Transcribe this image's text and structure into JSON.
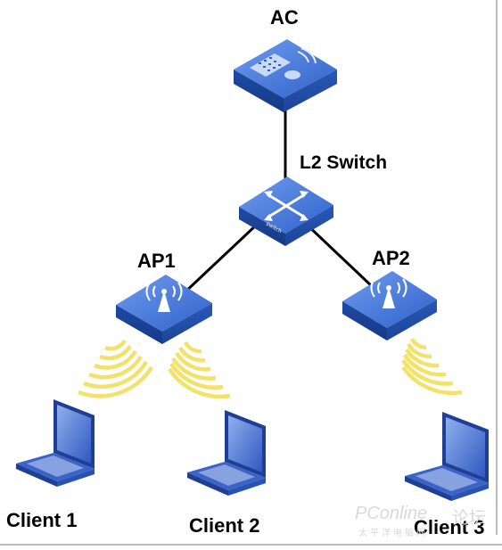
{
  "nodes": {
    "ac": {
      "label": "AC"
    },
    "switch": {
      "label": "L2 Switch",
      "device_text": "switch"
    },
    "ap1": {
      "label": "AP1"
    },
    "ap2": {
      "label": "AP2"
    },
    "client1": {
      "label": "Client 1"
    },
    "client2": {
      "label": "Client 2"
    },
    "client3": {
      "label": "Client 3"
    }
  },
  "links": [
    {
      "from": "ac",
      "to": "switch"
    },
    {
      "from": "switch",
      "to": "ap1"
    },
    {
      "from": "switch",
      "to": "ap2"
    }
  ],
  "wireless": [
    {
      "ap": "ap1",
      "client": "client1"
    },
    {
      "ap": "ap1",
      "client": "client2"
    },
    {
      "ap": "ap2",
      "client": "client3"
    }
  ],
  "watermark": {
    "brand": "PConline",
    "suffix": "论坛",
    "sub": "太平洋电脑网"
  },
  "colors": {
    "device_blue": "#3a6fd0",
    "signal_yellow": "#f2e26a",
    "laptop_blue": "#3b64c7",
    "link": "#000000"
  }
}
